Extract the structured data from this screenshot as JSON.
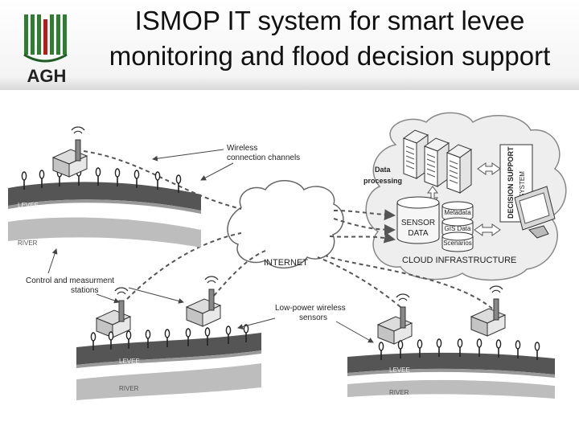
{
  "header": {
    "logo_text": "AGH",
    "title_line1": "ISMOP IT system for smart levee",
    "title_line2": "monitoring and flood decision support"
  },
  "diagram": {
    "wireless_label_1": "Wireless",
    "wireless_label_2": "connection channels",
    "data_processing_1": "Data",
    "data_processing_2": "processing",
    "decision_support_1": "DECISION SUPPORT",
    "decision_support_2": "SYSTEM",
    "sensor_data_1": "SENSOR",
    "sensor_data_2": "DATA",
    "metadata": "Metadata",
    "gis_data": "GIS Data",
    "scenarios": "Scenarios",
    "cloud_infrastructure": "CLOUD INFRASTRUCTURE",
    "internet": "INTERNET",
    "levee": "LEVEE",
    "river": "RIVER",
    "control_stations_1": "Control and measurment",
    "control_stations_2": "stations",
    "low_power_1": "Low-power wireless",
    "low_power_2": "sensors",
    "colors": {
      "logo_green": "#2e7d32",
      "logo_red": "#b71c1c",
      "levee_dark": "#555555",
      "river_grey": "#bdbdbd"
    }
  }
}
